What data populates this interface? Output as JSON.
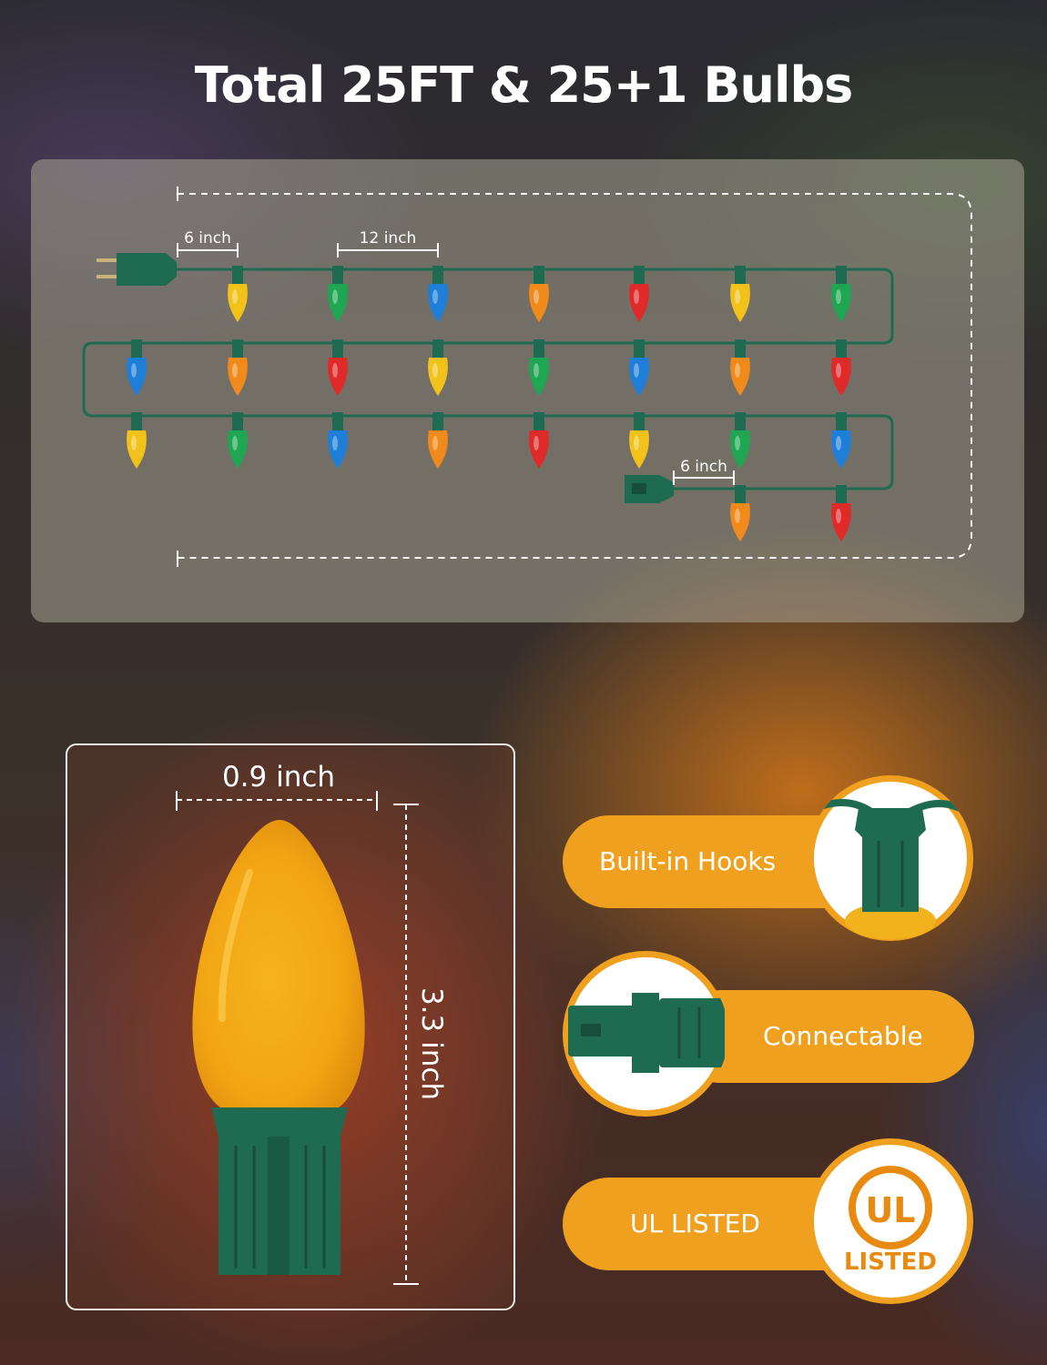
{
  "title": "Total 25FT & 25+1 Bulbs",
  "layout": {
    "dim_plug": "6 inch",
    "dim_spacing": "12 inch",
    "dim_end": "6 inch",
    "bulb_rows": [
      [
        "yellow",
        "green",
        "blue",
        "orange",
        "red",
        "yellow",
        "green"
      ],
      [
        "blue",
        "orange",
        "red",
        "yellow",
        "green",
        "blue",
        "orange",
        "red"
      ],
      [
        "yellow",
        "green",
        "blue",
        "orange",
        "red",
        "yellow",
        "green",
        "blue"
      ],
      [
        "orange",
        "red"
      ]
    ],
    "colors": {
      "yellow": "#f2c21a",
      "green": "#1fa653",
      "blue": "#1f7fd8",
      "orange": "#f08a1a",
      "red": "#e02a2a",
      "wire": "#1f6b52"
    }
  },
  "bulb_size": {
    "width_label": "0.9 inch",
    "height_label": "3.3 inch"
  },
  "features": [
    {
      "label": "Built-in Hooks",
      "icon": "hook-socket-icon"
    },
    {
      "label": "Connectable",
      "icon": "connector-plug-icon"
    },
    {
      "label": "UL  LISTED",
      "icon": "ul-listed-icon",
      "badge_text": "LISTED",
      "logo_text": "UL"
    }
  ]
}
